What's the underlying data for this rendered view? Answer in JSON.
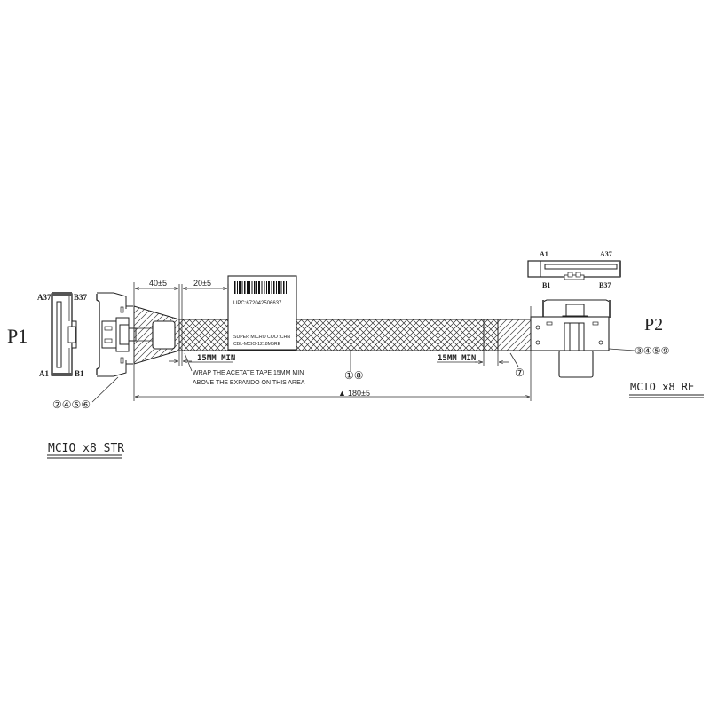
{
  "drawing": {
    "type": "cable assembly drawing",
    "line_color": "#222222",
    "background": "#ffffff"
  },
  "p1": {
    "label": "P1",
    "pin_a_top": "A37",
    "pin_b_top": "B37",
    "pin_a_bottom": "A1",
    "pin_b_bottom": "B1",
    "callout": "②④⑤⑥",
    "connector_type": "MCIO x8 STR"
  },
  "p2": {
    "label": "P2",
    "pin_a_left": "A1",
    "pin_a_right": "A37",
    "pin_b_left": "B1",
    "pin_b_right": "B37",
    "callout": "③④⑤⑨",
    "connector_type": "MCIO x8 RE"
  },
  "dimensions": {
    "dim_40": "40±5",
    "dim_20": "20±5",
    "overall": "180±5",
    "overall_marker": "▲",
    "tape_min_left": "15MM MIN",
    "tape_min_right": "15MM MIN"
  },
  "notes": {
    "wrap_line1": "WRAP THE ACETATE TAPE 15MM MIN",
    "wrap_line2": "ABOVE THE EXPANDO ON THIS AREA"
  },
  "label_tag": {
    "upc": "UPC:672042506637",
    "line1": "SUPER MICRO COO :CHN",
    "line2": "CBL-MCIO-1218M5RE"
  },
  "callouts": {
    "cable": "①⑧",
    "tape": "⑦"
  }
}
